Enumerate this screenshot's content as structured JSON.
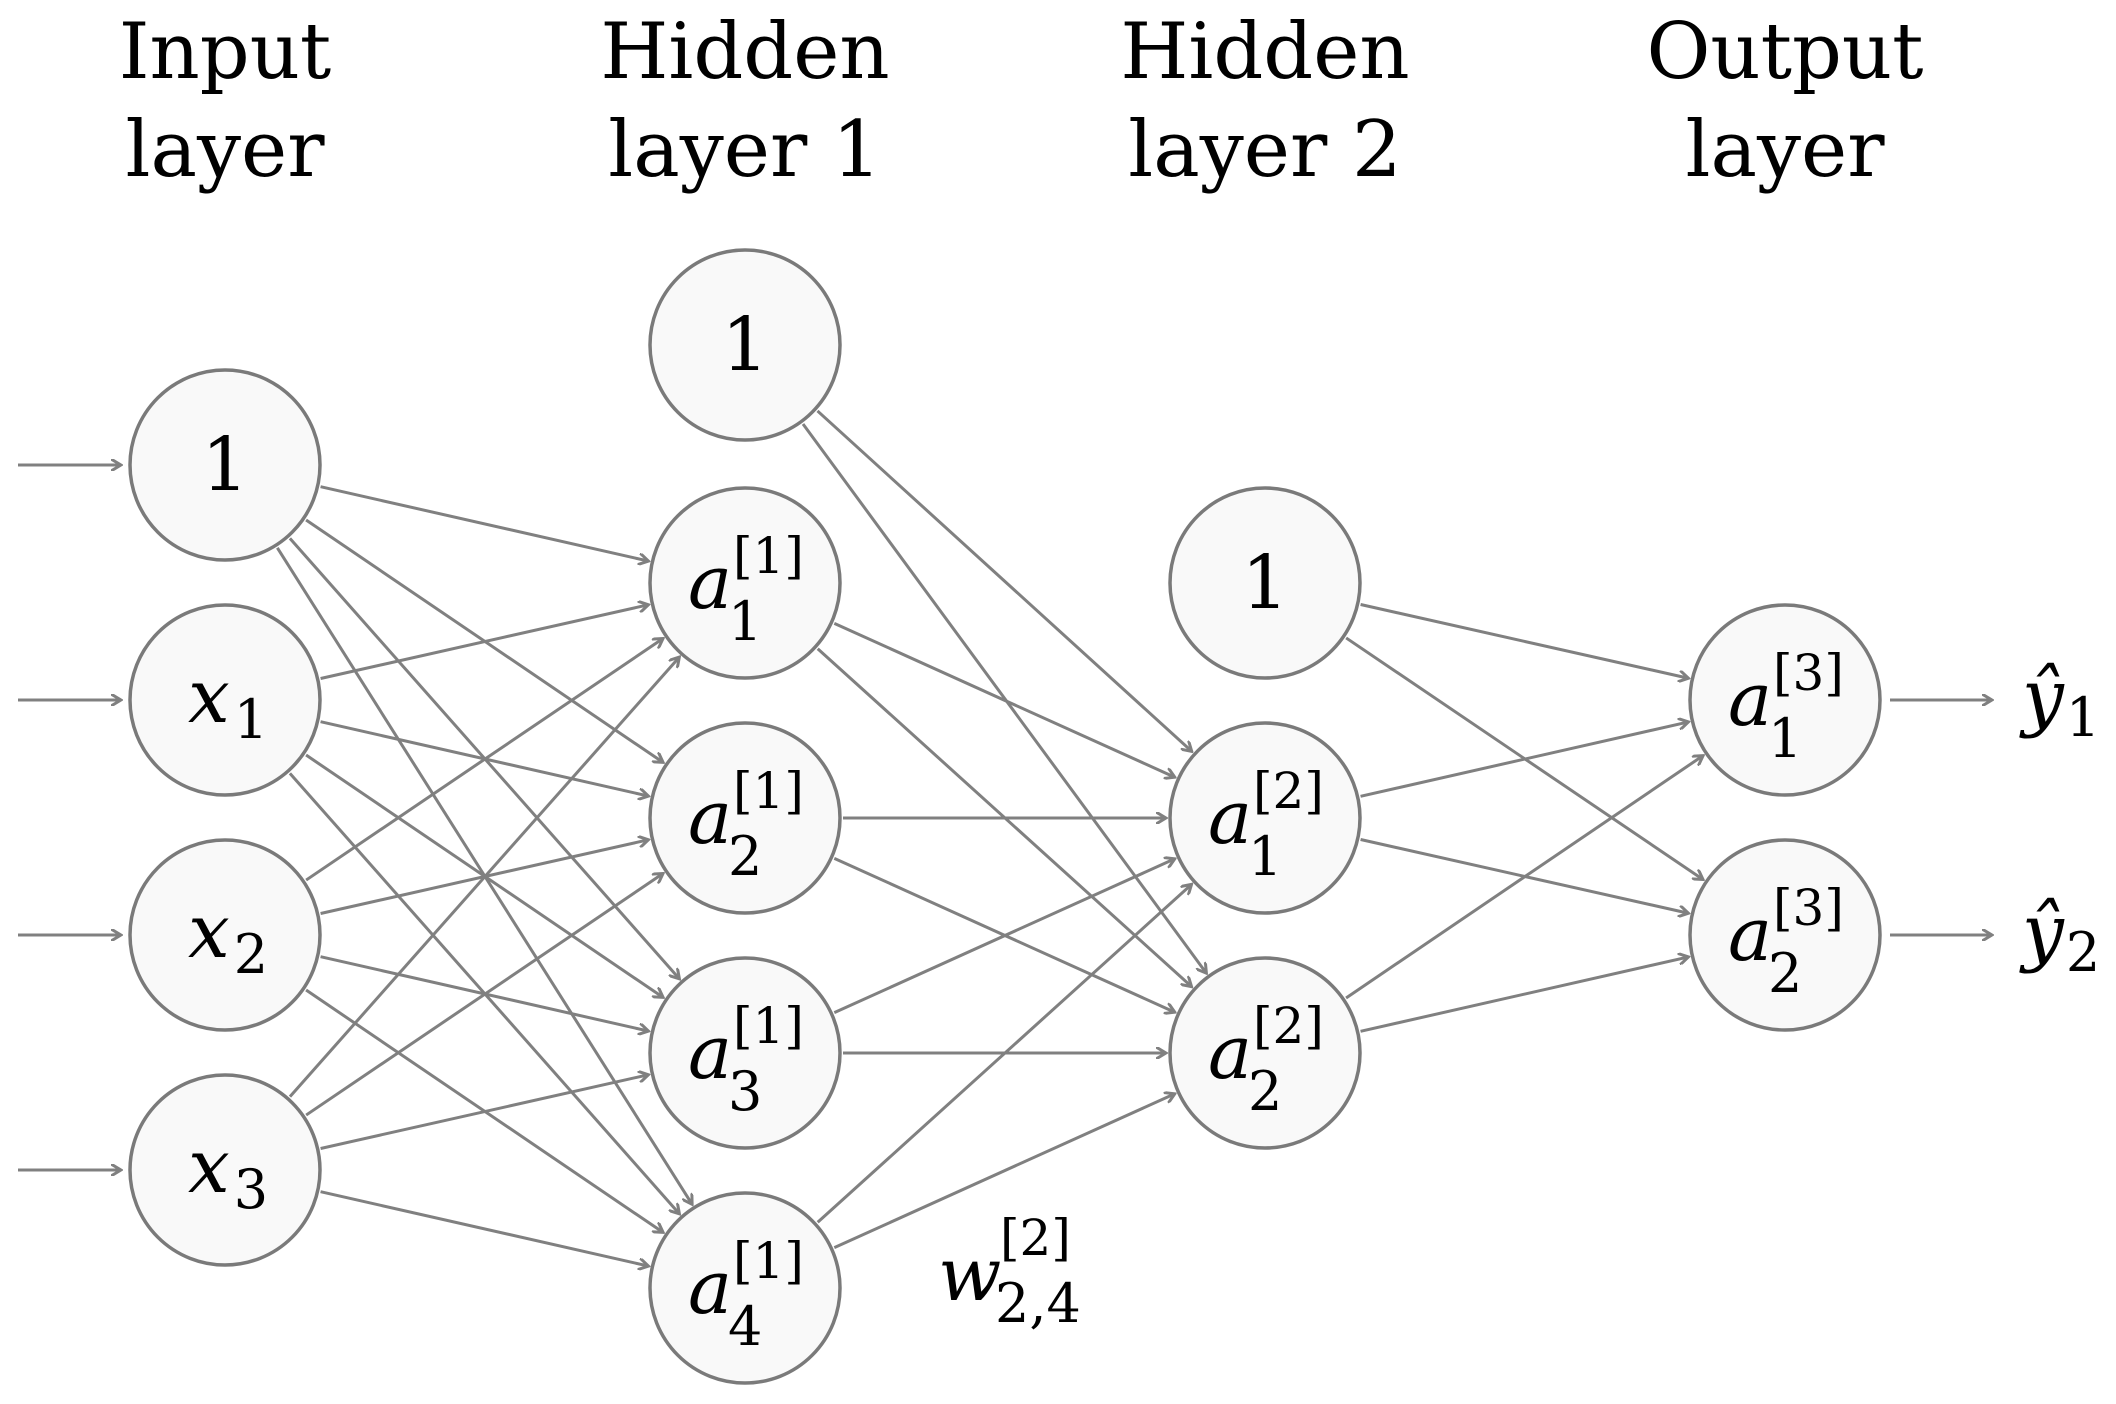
{
  "layers": {
    "input": {
      "line1": "Input",
      "line2": "layer"
    },
    "hidden1": {
      "line1": "Hidden",
      "line2": "layer 1"
    },
    "hidden2": {
      "line1": "Hidden",
      "line2": "layer 2"
    },
    "output": {
      "line1": "Output",
      "line2": "layer"
    }
  },
  "nodes": {
    "input_bias": {
      "text": "1"
    },
    "x1": {
      "base": "x",
      "sub": "1"
    },
    "x2": {
      "base": "x",
      "sub": "2"
    },
    "x3": {
      "base": "x",
      "sub": "3"
    },
    "h1_bias": {
      "text": "1"
    },
    "a1_1": {
      "base": "a",
      "sup": "[1]",
      "sub": "1"
    },
    "a1_2": {
      "base": "a",
      "sup": "[1]",
      "sub": "2"
    },
    "a1_3": {
      "base": "a",
      "sup": "[1]",
      "sub": "3"
    },
    "a1_4": {
      "base": "a",
      "sup": "[1]",
      "sub": "4"
    },
    "h2_bias": {
      "text": "1"
    },
    "a2_1": {
      "base": "a",
      "sup": "[2]",
      "sub": "1"
    },
    "a2_2": {
      "base": "a",
      "sup": "[2]",
      "sub": "2"
    },
    "a3_1": {
      "base": "a",
      "sup": "[3]",
      "sub": "1"
    },
    "a3_2": {
      "base": "a",
      "sup": "[3]",
      "sub": "2"
    }
  },
  "outputs": {
    "y1": {
      "base": "ŷ",
      "sub": "1"
    },
    "y2": {
      "base": "ŷ",
      "sub": "2"
    }
  },
  "weight_label": {
    "base": "w",
    "sup": "[2]",
    "sub": "2,4"
  },
  "colors": {
    "edge": "#808080",
    "node_fill": "#f9f9f9",
    "node_stroke": "#7a7a7a"
  }
}
